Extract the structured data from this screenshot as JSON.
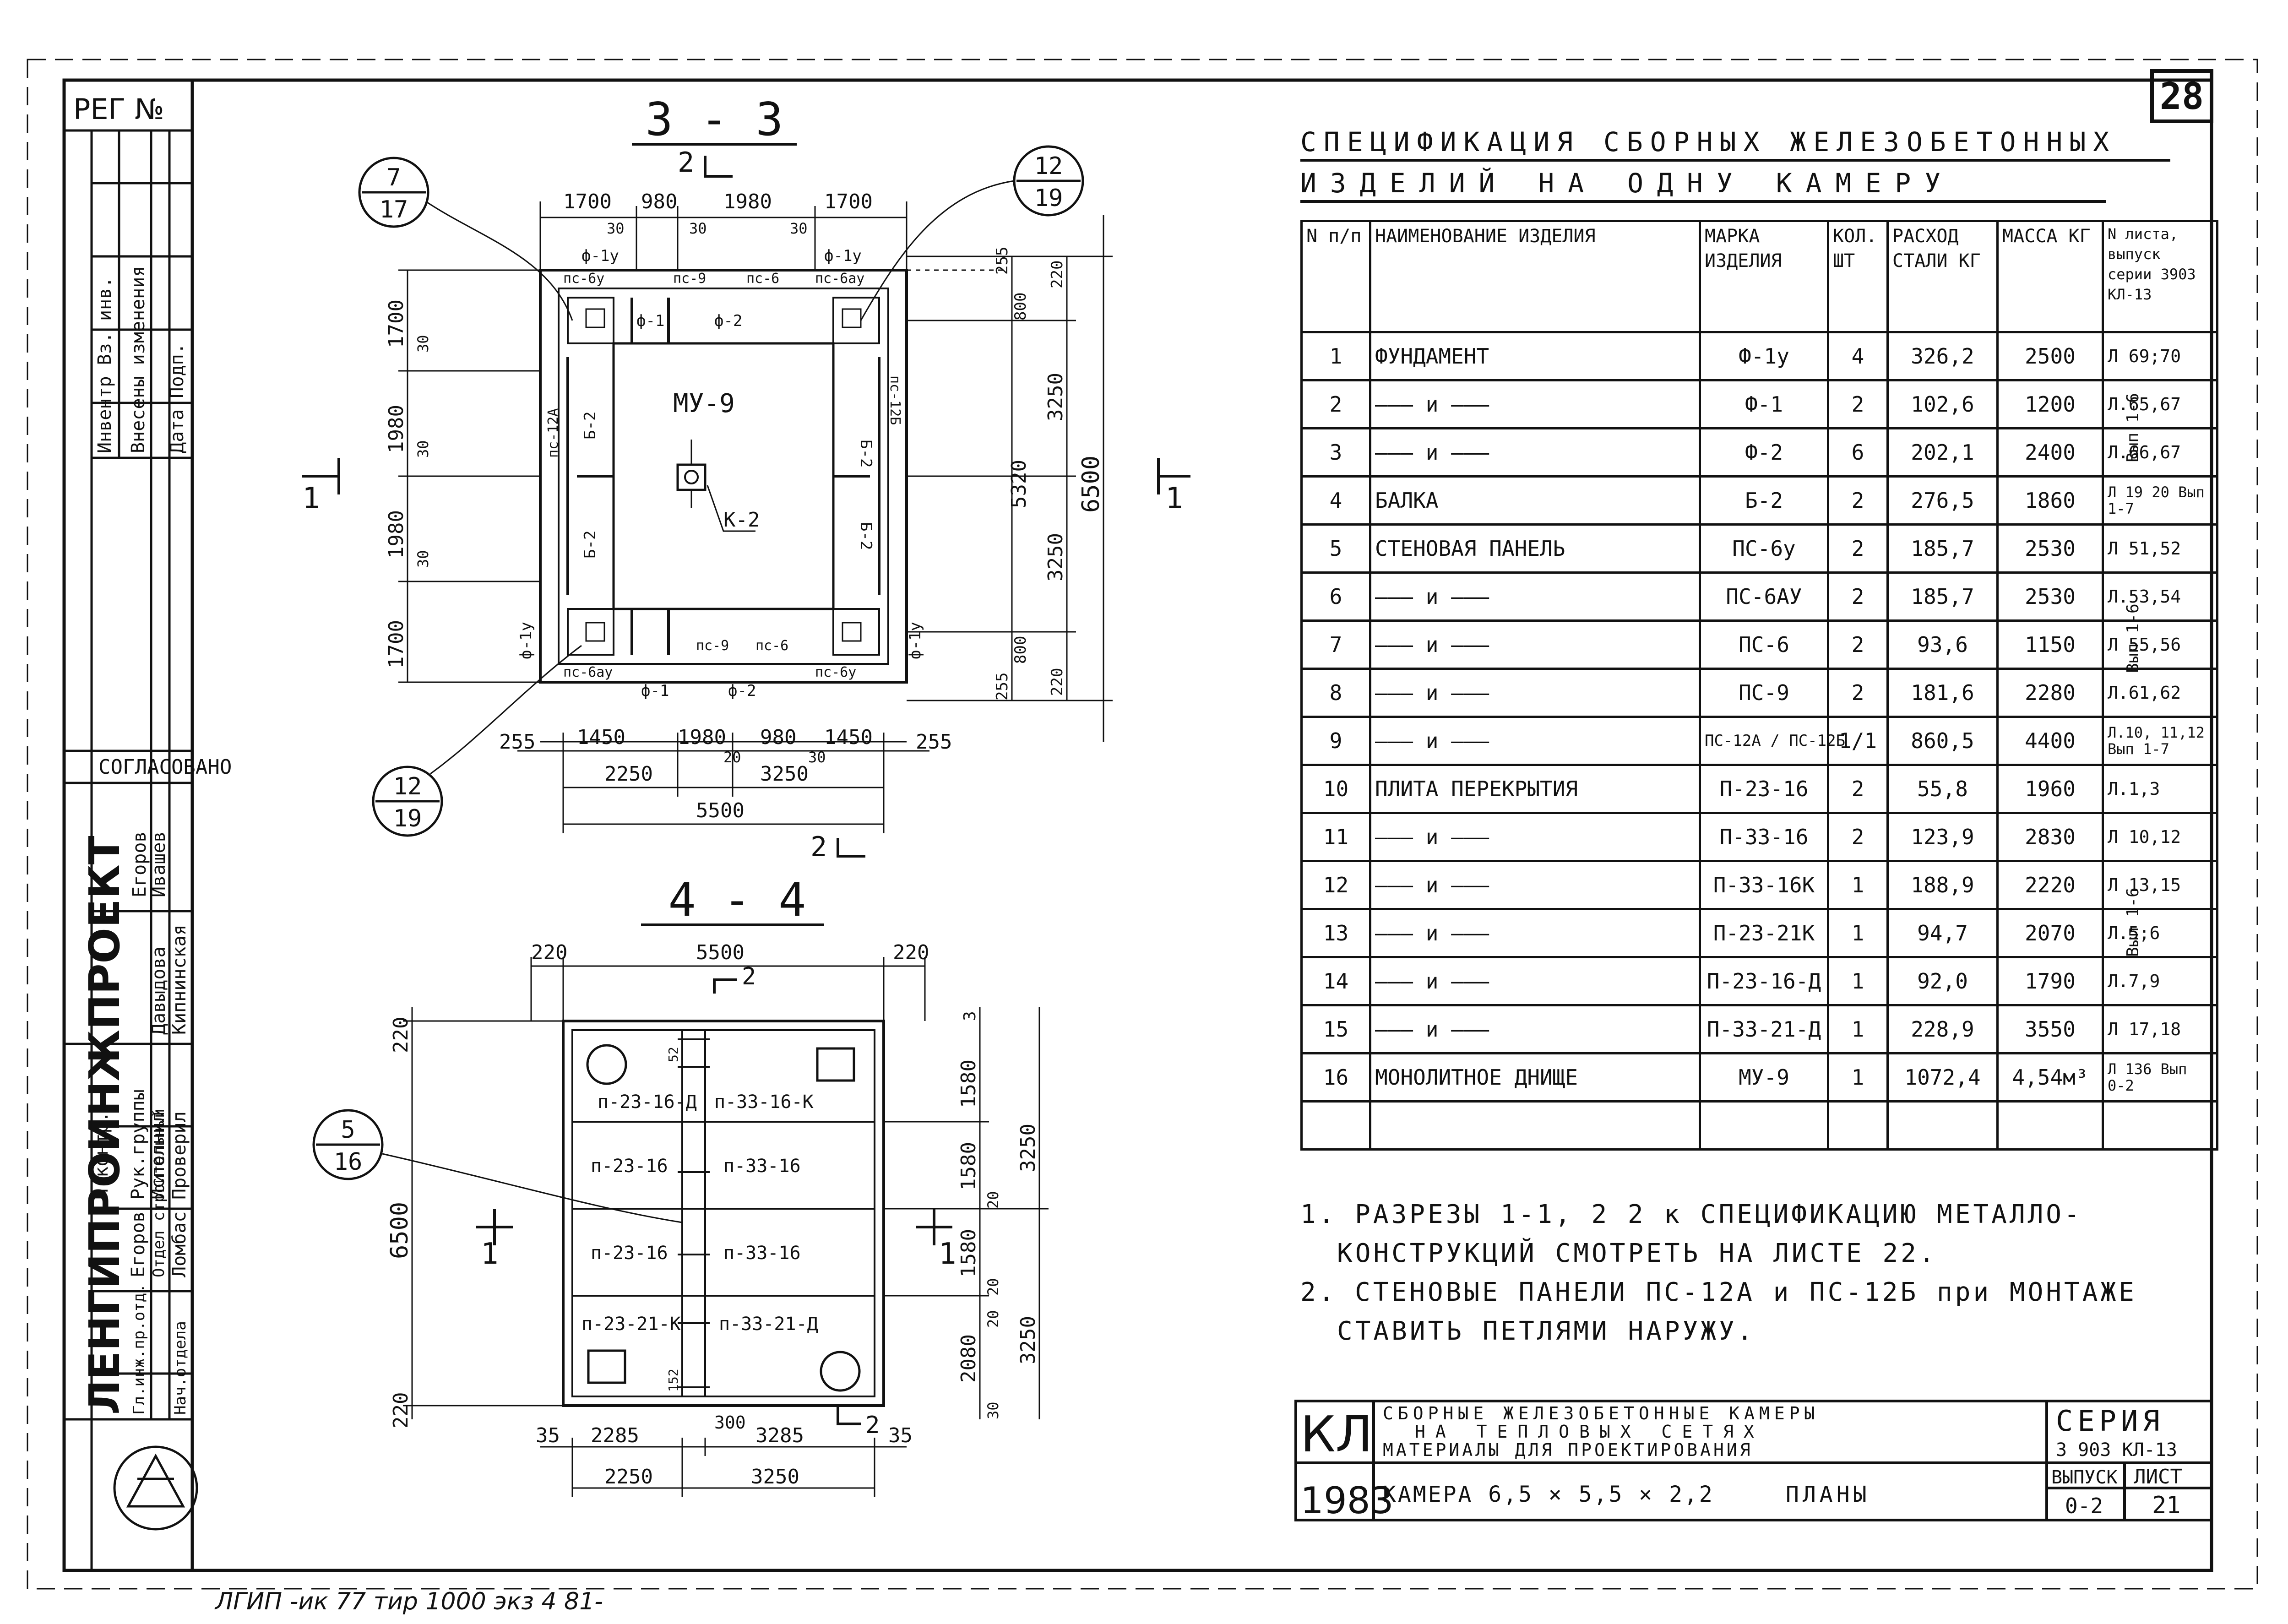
{
  "sheet_number": "28",
  "stamp": {
    "reg_no": "РЕГ №",
    "change_col_1": "Внесены изменения",
    "change_col_2": "Дата  Подп.",
    "change_col_3": "Инвентр  Вз. инв.",
    "agreed": "СОГЛАСОВАНО",
    "org": "ЛЕНГИПРОИНЖПРОЕКТ",
    "roles": [
      "Н.контр.",
      "Рук.группы",
      "Исполнил",
      "Проверил",
      "Гл.инж.пр.отд.",
      "Отдел строительный",
      "Нач.отдела"
    ],
    "names": [
      "Егоров",
      "Ивашев",
      "Давыдова",
      "Кипнинская",
      "Егоров",
      "Ломбас"
    ]
  },
  "bottom_handwriting": "ЛГИП -ик 77 тир 1000 экз 4 81-",
  "section_33": {
    "title": "3 - 3",
    "cut_mark_top": "2",
    "cut_mark_bottom": "2",
    "cut_left": "1",
    "cut_right": "1",
    "callout_top_left": {
      "top": "7",
      "bottom": "17"
    },
    "callout_top_right": {
      "top": "12",
      "bottom": "19"
    },
    "callout_bottom_left": {
      "top": "12",
      "bottom": "19"
    },
    "top_dims": [
      "1700",
      "980",
      "1980",
      "1700"
    ],
    "top_sub_dims": [
      "30",
      "30",
      "30"
    ],
    "bottom_dims": [
      "255",
      "1450",
      "1980",
      "980",
      "1450",
      "255"
    ],
    "bottom_sub_dims": [
      "20",
      "30"
    ],
    "bottom_dims_2": [
      "2250",
      "3250"
    ],
    "bottom_overall": "5500",
    "left_dims": [
      "1700",
      "1980",
      "1980",
      "1700"
    ],
    "left_sub_dims": [
      "30",
      "30",
      "30"
    ],
    "right_dims": [
      "255",
      "220",
      "800",
      "3250",
      "3250",
      "800",
      "255",
      "220"
    ],
    "right_inner": "5320",
    "right_overall": "6500",
    "labels": {
      "f1y_tl": "ф-1у",
      "f1y_tr": "ф-1у",
      "f1y_bl": "ф-1у",
      "f1y_br": "ф-1у",
      "ps6by_top": "пс-6ау",
      "ps6by_top_l": "пс-6у",
      "ps9_top": "пс-9",
      "ps6_top": "пс-6",
      "ps6ay_bot": "пс-6ау",
      "ps9_bot": "пс-9",
      "ps6_bot": "пс-6",
      "ps6y_bot": "пс-6у",
      "f1_top": "ф-1",
      "f2_top": "ф-2",
      "f1_bot": "ф-1",
      "f2_bot": "ф-2",
      "mu9": "МУ-9",
      "k2": "К-2",
      "b2_a": "Б-2",
      "b2_b": "Б-2",
      "b2_c": "Б-2",
      "b2_d": "Б-2",
      "ps12a": "пс-12А",
      "ps12b": "пс-12Б"
    }
  },
  "section_44": {
    "title": "4 - 4",
    "cut_mark_top": "2",
    "cut_mark_bottom": "2",
    "cut_left": "1",
    "cut_right": "1",
    "callout": {
      "top": "5",
      "bottom": "16"
    },
    "top_dims": [
      "220",
      "5500",
      "220"
    ],
    "left_dims": [
      "220",
      "6500",
      "220"
    ],
    "right_dims": [
      "3",
      "1580",
      "1580",
      "1580",
      "2080",
      "20",
      "20",
      "20",
      "30"
    ],
    "right_groups": [
      "3250",
      "3250"
    ],
    "bottom_dims": [
      "35",
      "2285",
      "300",
      "3285",
      "35"
    ],
    "bottom_dims_2": [
      "2250",
      "3250"
    ],
    "mid_small": [
      "52",
      "152"
    ],
    "slabs": [
      [
        "п-23-16-Д",
        "п-33-16-К"
      ],
      [
        "п-23-16",
        "п-33-16"
      ],
      [
        "п-23-16",
        "п-33-16"
      ],
      [
        "п-23-21-К",
        "п-33-21-Д"
      ]
    ]
  },
  "spec": {
    "title_line1": "СПЕЦИФИКАЦИЯ СБОРНЫХ ЖЕЛЕЗОБЕТОННЫХ",
    "title_line2": "ИЗДЕЛИЙ НА ОДНУ КАМЕРУ",
    "headers": [
      "N п/п",
      "НАИМЕНОВАНИЕ ИЗДЕЛИЯ",
      "МАРКА ИЗДЕЛИЯ",
      "КОЛ. ШТ",
      "РАСХОД СТАЛИ КГ",
      "МАССА КГ",
      "N листа, выпуск серии 3903 КЛ-13"
    ],
    "rows": [
      {
        "n": "1",
        "name": "ФУНДАМЕНТ",
        "mark": "Ф-1у",
        "qty": "4",
        "steel": "326,2",
        "mass": "2500",
        "ref": "Л 69;70"
      },
      {
        "n": "2",
        "name": "——— и ———",
        "mark": "Ф-1",
        "qty": "2",
        "steel": "102,6",
        "mass": "1200",
        "ref": "Л.65,67"
      },
      {
        "n": "3",
        "name": "——— и ———",
        "mark": "Ф-2",
        "qty": "6",
        "steel": "202,1",
        "mass": "2400",
        "ref": "Л.66,67"
      },
      {
        "n": "4",
        "name": "БАЛКА",
        "mark": "Б-2",
        "qty": "2",
        "steel": "276,5",
        "mass": "1860",
        "ref": "Л 19 20 Вып 1-7"
      },
      {
        "n": "5",
        "name": "СТЕНОВАЯ ПАНЕЛЬ",
        "mark": "ПС-6у",
        "qty": "2",
        "steel": "185,7",
        "mass": "2530",
        "ref": "Л 51,52"
      },
      {
        "n": "6",
        "name": "——— и ———",
        "mark": "ПС-6АУ",
        "qty": "2",
        "steel": "185,7",
        "mass": "2530",
        "ref": "Л.53,54"
      },
      {
        "n": "7",
        "name": "——— и ———",
        "mark": "ПС-6",
        "qty": "2",
        "steel": "93,6",
        "mass": "1150",
        "ref": "Л 55,56"
      },
      {
        "n": "8",
        "name": "——— и ———",
        "mark": "ПС-9",
        "qty": "2",
        "steel": "181,6",
        "mass": "2280",
        "ref": "Л.61,62"
      },
      {
        "n": "9",
        "name": "——— и ———",
        "mark": "ПС-12А / ПС-12Б",
        "qty": "1/1",
        "steel": "860,5",
        "mass": "4400",
        "ref": "Л.10, 11,12 Вып 1-7"
      },
      {
        "n": "10",
        "name": "ПЛИТА ПЕРЕКРЫТИЯ",
        "mark": "П-23-16",
        "qty": "2",
        "steel": "55,8",
        "mass": "1960",
        "ref": "Л.1,3"
      },
      {
        "n": "11",
        "name": "——— и ———",
        "mark": "П-33-16",
        "qty": "2",
        "steel": "123,9",
        "mass": "2830",
        "ref": "Л 10,12"
      },
      {
        "n": "12",
        "name": "——— и ———",
        "mark": "П-33-16К",
        "qty": "1",
        "steel": "188,9",
        "mass": "2220",
        "ref": "Л 13,15"
      },
      {
        "n": "13",
        "name": "——— и ———",
        "mark": "П-23-21К",
        "qty": "1",
        "steel": "94,7",
        "mass": "2070",
        "ref": "Л.5;6"
      },
      {
        "n": "14",
        "name": "——— и ———",
        "mark": "П-23-16-Д",
        "qty": "1",
        "steel": "92,0",
        "mass": "1790",
        "ref": "Л.7,9"
      },
      {
        "n": "15",
        "name": "——— и ———",
        "mark": "П-33-21-Д",
        "qty": "1",
        "steel": "228,9",
        "mass": "3550",
        "ref": "Л 17,18"
      },
      {
        "n": "16",
        "name": "МОНОЛИТНОЕ ДНИЩЕ",
        "mark": "МУ-9",
        "qty": "1",
        "steel": "1072,4",
        "mass": "4,54м³",
        "ref": "Л 136 Вып 0-2"
      }
    ],
    "vyp_labels": [
      "Вып 1-6",
      "Вып 1-6",
      "Вып 1-6"
    ]
  },
  "notes": [
    "1. РАЗРЕЗЫ 1-1, 2 2 к СПЕЦИФИКАЦИЮ МЕТАЛЛО-",
    "КОНСТРУКЦИЙ СМОТРЕТЬ НА ЛИСТЕ 22.",
    "2. СТЕНОВЫЕ ПАНЕЛИ ПС-12А и ПС-12Б при МОНТАЖЕ",
    "СТАВИТЬ ПЕТЛЯМИ НАРУЖУ."
  ],
  "title_block": {
    "code": "КЛ",
    "year": "1983",
    "desc_1": "СБОРНЫЕ ЖЕЛЕЗОБЕТОННЫЕ КАМЕРЫ",
    "desc_2": "НА ТЕПЛОВЫХ СЕТЯХ",
    "desc_3": "МАТЕРИАЛЫ ДЛЯ ПРОЕКТИРОВАНИЯ",
    "sheet_name": "КАМЕРА 6,5 × 5,5 × 2,2",
    "sheet_type": "ПЛАНЫ",
    "series_label": "СЕРИЯ",
    "series": "3 903 КЛ-13",
    "issue_label": "ВЫПУСК",
    "issue": "0-2",
    "list_label": "ЛИСТ",
    "list": "21"
  }
}
